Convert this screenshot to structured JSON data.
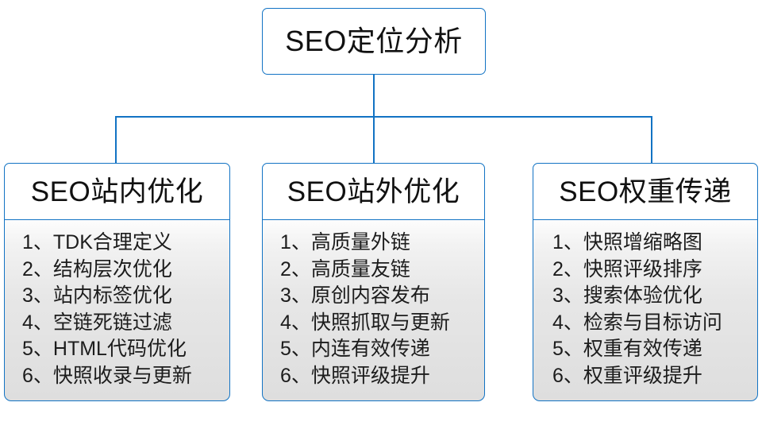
{
  "diagram": {
    "type": "org-chart",
    "root": {
      "title": "SEO定位分析"
    },
    "accent_color": "#1273c4",
    "text_color": "#111111",
    "body_fill_color": "#e2e2e2",
    "header_fill_color": "#ffffff",
    "branches": [
      {
        "title": "SEO站内优化",
        "items": [
          {
            "index": "1、",
            "label": "TDK合理定义"
          },
          {
            "index": "2、",
            "label": "结构层次优化"
          },
          {
            "index": "3、",
            "label": "站内标签优化"
          },
          {
            "index": "4、",
            "label": "空链死链过滤"
          },
          {
            "index": "5、",
            "label": "HTML代码优化"
          },
          {
            "index": "6、",
            "label": "快照收录与更新"
          }
        ]
      },
      {
        "title": "SEO站外优化",
        "items": [
          {
            "index": "1、",
            "label": "高质量外链"
          },
          {
            "index": "2、",
            "label": "高质量友链"
          },
          {
            "index": "3、",
            "label": "原创内容发布"
          },
          {
            "index": "4、",
            "label": "快照抓取与更新"
          },
          {
            "index": "5、",
            "label": "内连有效传递"
          },
          {
            "index": "6、",
            "label": "快照评级提升"
          }
        ]
      },
      {
        "title": "SEO权重传递",
        "items": [
          {
            "index": "1、",
            "label": "快照增缩略图"
          },
          {
            "index": "2、",
            "label": "快照评级排序"
          },
          {
            "index": "3、",
            "label": "搜索体验优化"
          },
          {
            "index": "4、",
            "label": "检索与目标访问"
          },
          {
            "index": "5、",
            "label": "权重有效传递"
          },
          {
            "index": "6、",
            "label": "权重评级提升"
          }
        ]
      }
    ]
  }
}
